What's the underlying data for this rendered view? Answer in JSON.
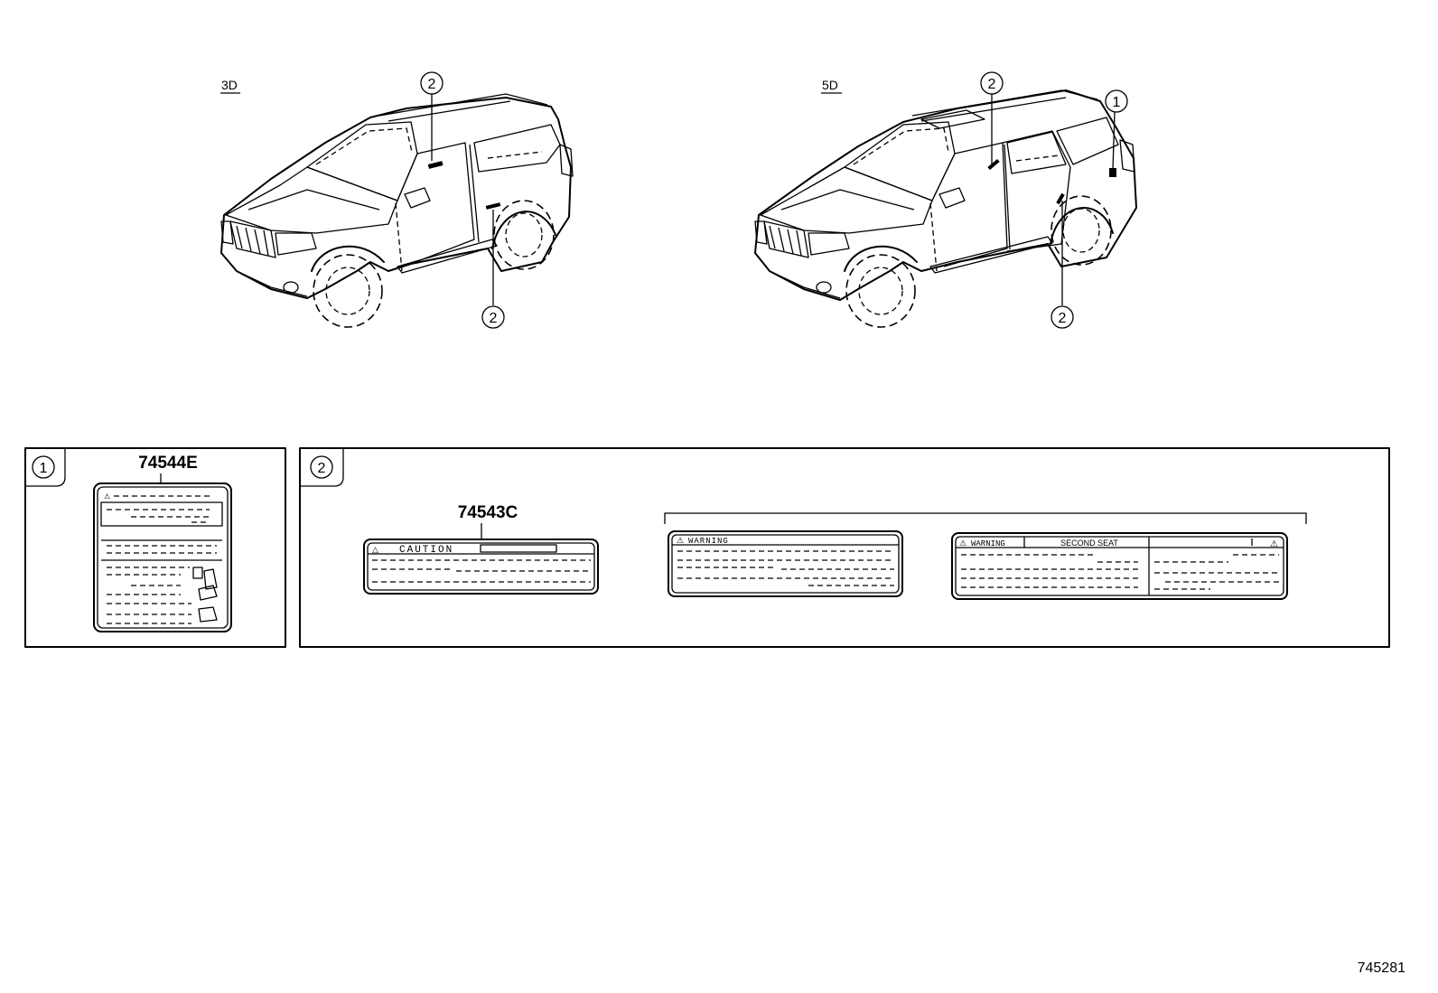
{
  "views": {
    "three_door": {
      "label": "3D"
    },
    "five_door": {
      "label": "5D"
    }
  },
  "callouts": {
    "one": "1",
    "two": "2"
  },
  "panel_one": {
    "index": "1",
    "part_number": "74544E"
  },
  "panel_two": {
    "index": "2",
    "part_number": "74543C",
    "caution_label": {
      "heading": "CAUTION"
    },
    "warning_label": {
      "heading": "WARNING"
    },
    "second_seat_label": {
      "heading": "WARNING",
      "subheading": "SECOND SEAT"
    }
  },
  "figure_number": "745281"
}
